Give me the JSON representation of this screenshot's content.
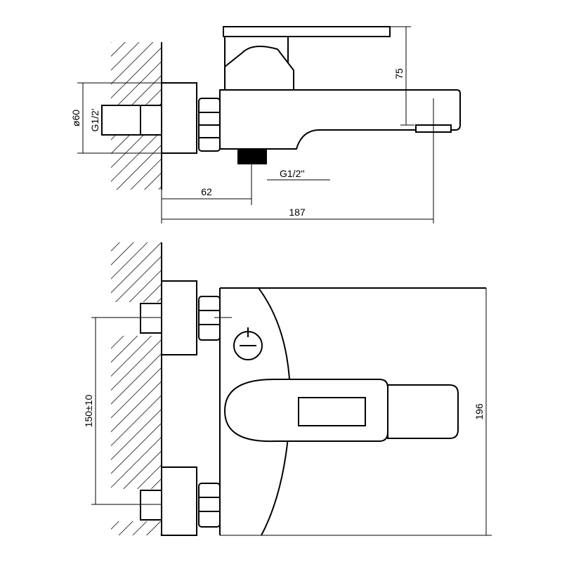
{
  "dimensions": {
    "spout_height": "75",
    "flange_diameter": "ø60",
    "inlet_thread": "G1/2'",
    "outlet_thread": "G1/2''",
    "outlet_offset": "62",
    "total_length": "187",
    "inlet_spacing": "150±10",
    "body_width": "196"
  }
}
